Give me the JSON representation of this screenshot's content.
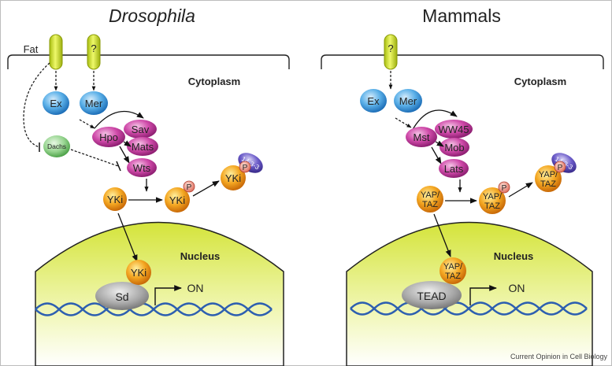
{
  "panels": {
    "left": {
      "title": "Drosophila",
      "membrane_receptors": [
        "Fat",
        "?"
      ],
      "cytoplasm_label": "Cytoplasm",
      "nucleus_label": "Nucleus",
      "upstream": [
        "Ex",
        "Mer"
      ],
      "modulator": "Dachs",
      "core_kinase": "Hpo",
      "adaptor_1": "Sav",
      "adaptor_2": "Mats",
      "effector_kinase": "Wts",
      "coactivator": "YKi",
      "phospho_mark": "P",
      "binding_protein": "14-3-3",
      "transcription_factor": "Sd",
      "output": "ON"
    },
    "right": {
      "title": "Mammals",
      "membrane_receptors": [
        "?"
      ],
      "cytoplasm_label": "Cytoplasm",
      "nucleus_label": "Nucleus",
      "upstream": [
        "Ex",
        "Mer"
      ],
      "core_kinase": "Mst",
      "adaptor_1": "WW45",
      "adaptor_2": "Mob",
      "effector_kinase": "Lats",
      "coactivator_line1": "YAP/",
      "coactivator_line2": "TAZ",
      "phospho_mark": "P",
      "binding_protein": "14-3-3",
      "transcription_factor": "TEAD",
      "output": "ON"
    }
  },
  "credit": "Current Opinion in Cell Biology",
  "colors": {
    "receptor": "#c8dc1e",
    "upstream": "#4aa3e0",
    "kinase": "#c2369a",
    "coactivator": "#f0a020",
    "phospho": "#e08070",
    "binding": "#5a4bb5",
    "dachs": "#8fd08a",
    "transcription_factor": "#9a9a9a",
    "nucleus": "#dbe842",
    "dna": "#2d5fb0"
  }
}
